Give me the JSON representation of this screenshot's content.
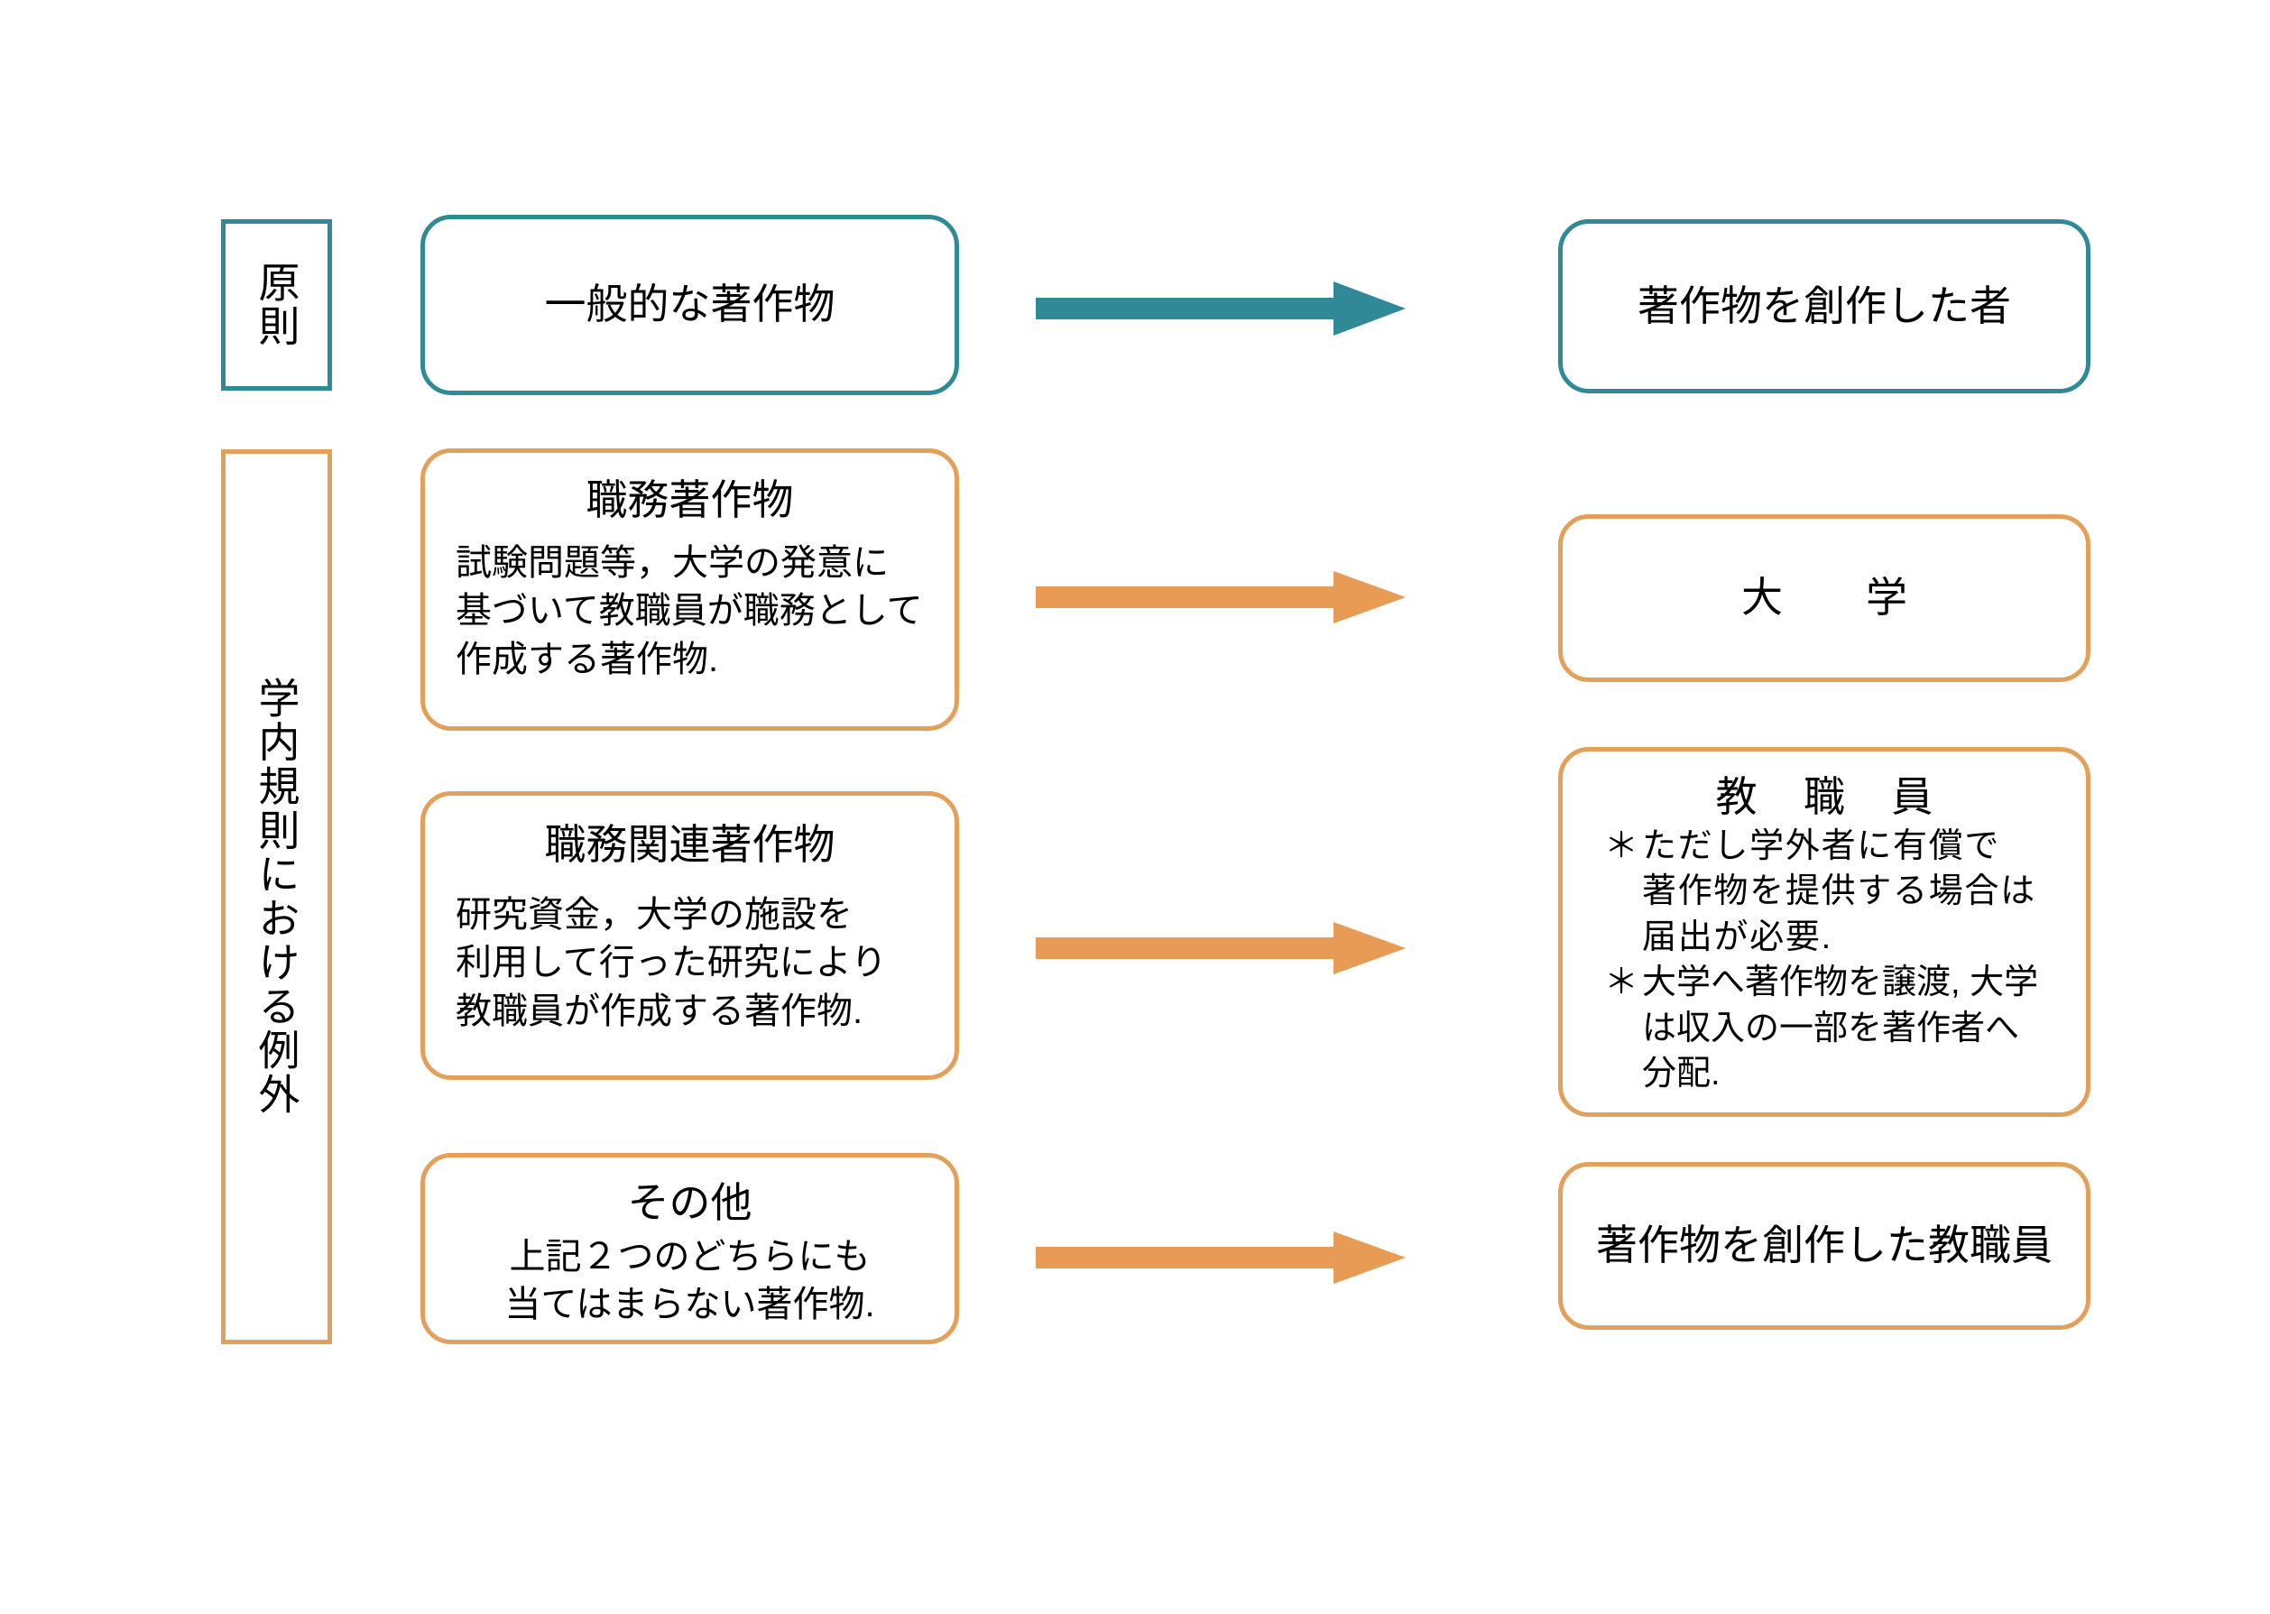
{
  "diagram": {
    "groups": [
      {
        "label": "原則",
        "accent": "#2F8997"
      },
      {
        "label": "学内規則における例外",
        "accent": "#E3A05B"
      }
    ],
    "rows": [
      {
        "source_title": "一般的な著作物",
        "source_body": "",
        "arrow_color": "#2F8997",
        "target_title": "著作物を創作した者",
        "target_notes": []
      },
      {
        "source_title": "職務著作物",
        "source_body": "試験問題等，大学の発意に\n基づいて教職員が職務として\n作成する著作物.",
        "arrow_color": "#E89B55",
        "target_title": "大　　学",
        "target_notes": []
      },
      {
        "source_title": "職務関連著作物",
        "source_body": "研究資金，大学の施設を\n利用して行った研究により\n教職員が作成する著作物.",
        "arrow_color": "#E89B55",
        "target_title": "教 職 員",
        "target_notes": [
          {
            "marker": "＊",
            "text": "ただし学外者に有償で\n著作物を提供する場合は\n届出が必要."
          },
          {
            "marker": "＊",
            "text": "大学へ著作物を譲渡, 大学\nは収入の一部を著作者へ\n分配."
          }
        ]
      },
      {
        "source_title": "その他",
        "source_body": "上記２つのどちらにも\n当てはまらない著作物.",
        "arrow_color": "#E89B55",
        "target_title": "著作物を創作した教職員",
        "target_notes": []
      }
    ],
    "colors": {
      "teal": "#2F8997",
      "orange_border": "#E3A05B",
      "orange_arrow": "#E89B55",
      "background": "#FFFFFF",
      "text": "#000000"
    }
  }
}
